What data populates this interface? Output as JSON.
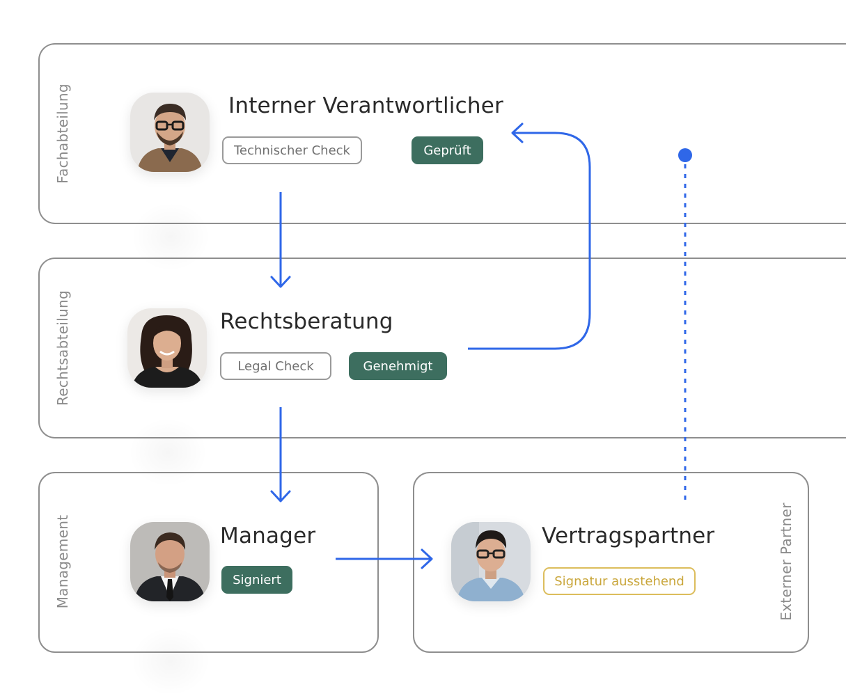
{
  "colors": {
    "accent": "#2f67e8",
    "status_green": "#3d6e5f",
    "pending_gold": "#dcbd5c",
    "lane_border": "#8e8e8e"
  },
  "lanes": {
    "fachabteilung": {
      "label": "Fachabteilung"
    },
    "rechtsabteilung": {
      "label": "Rechtsabteilung"
    },
    "management": {
      "label": "Management"
    },
    "extern": {
      "label": "Externer Partner"
    }
  },
  "nodes": {
    "intern": {
      "title": "Interner Verantwortlicher",
      "check": "Technischer Check",
      "status": "Geprüft",
      "avatar_icon": "person-avatar-glasses-icon"
    },
    "recht": {
      "title": "Rechtsberatung",
      "check": "Legal Check",
      "status": "Genehmigt",
      "avatar_icon": "person-avatar-woman-icon"
    },
    "manager": {
      "title": "Manager",
      "status": "Signiert",
      "avatar_icon": "person-avatar-suit-icon"
    },
    "partner": {
      "title": "Vertragspartner",
      "status": "Signatur ausstehend",
      "avatar_icon": "person-avatar-glasses-icon"
    }
  }
}
